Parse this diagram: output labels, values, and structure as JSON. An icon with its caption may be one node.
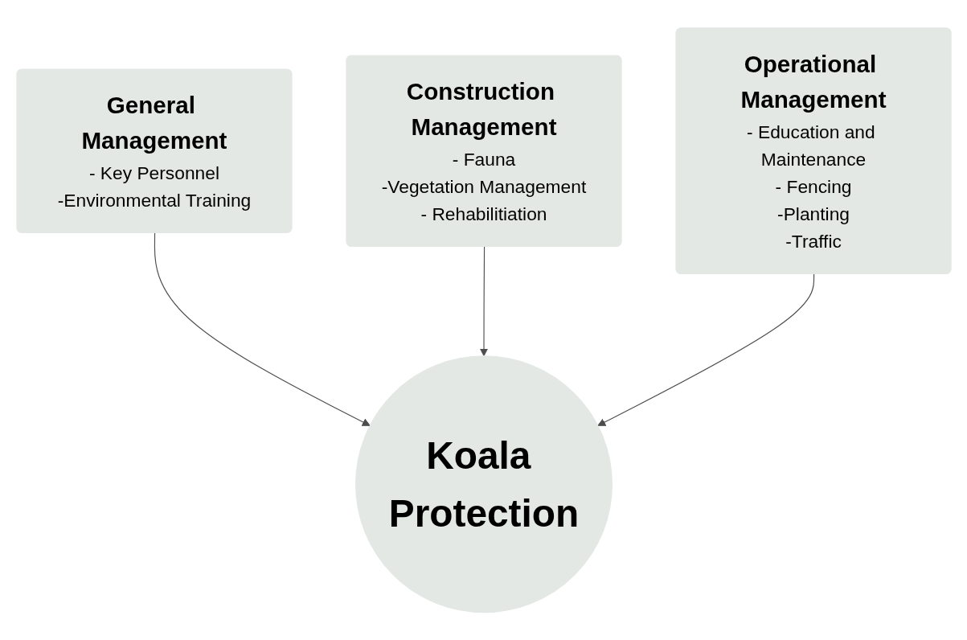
{
  "diagram": {
    "nodes": [
      {
        "text": [
          "General Management",
          "- Key Personnel",
          "-Environmental Training"
        ]
      },
      {
        "text": [
          "Construction Management",
          "- Fauna",
          "-Vegetation Management",
          "- Rehabilitiation"
        ]
      },
      {
        "text": [
          "Operational Management",
          "- Education and Maintenance",
          "- Fencing",
          "-Planting",
          "-Traffic"
        ]
      },
      {
        "text": [
          "Koala Protection"
        ]
      }
    ],
    "edges": [
      {
        "from": 0,
        "to": 3,
        "arrow": "to"
      },
      {
        "from": 1,
        "to": 3,
        "arrow": "to"
      },
      {
        "from": 2,
        "to": 3,
        "arrow": "to"
      }
    ]
  }
}
